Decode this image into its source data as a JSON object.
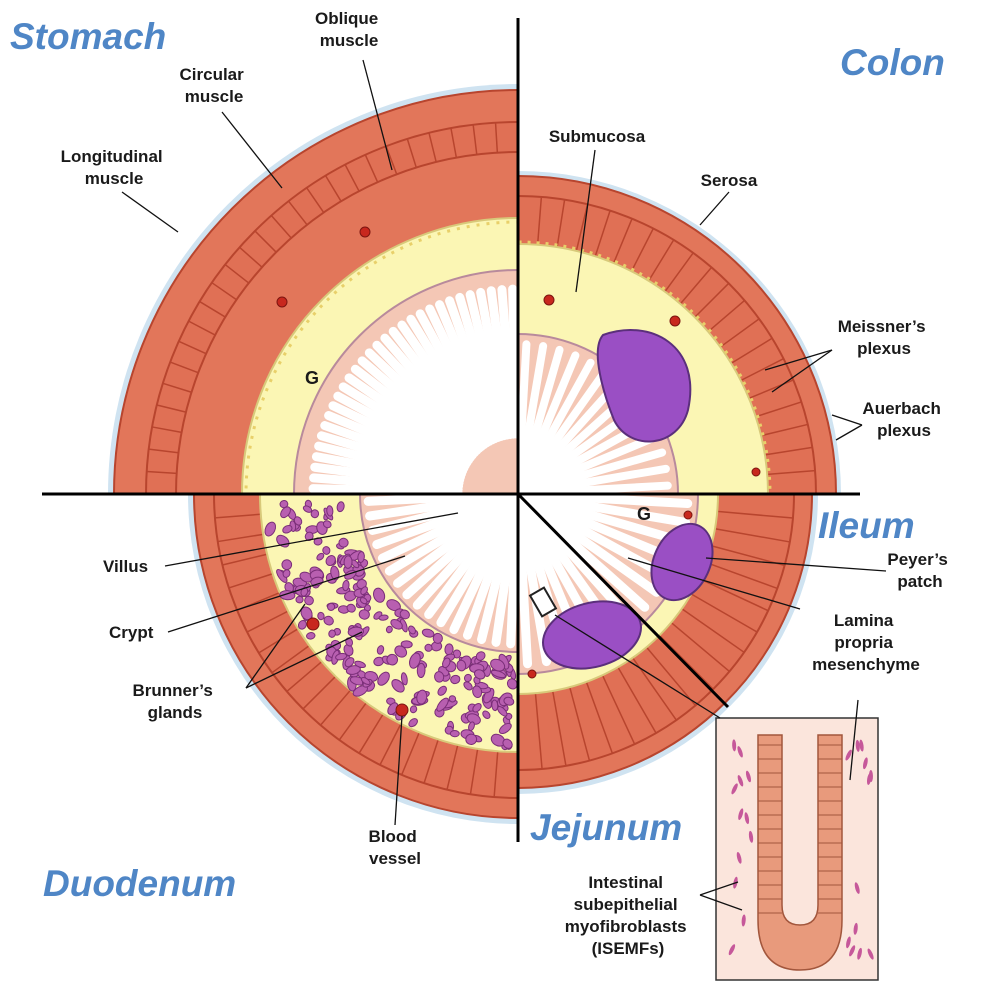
{
  "regions": {
    "stomach": "Stomach",
    "colon": "Colon",
    "ileum": "Ileum",
    "jejunum": "Jejunum",
    "duodenum": "Duodenum"
  },
  "labels": {
    "oblique_muscle": [
      "Oblique",
      "muscle"
    ],
    "circular_muscle": [
      "Circular",
      "muscle"
    ],
    "longitudinal_muscle": [
      "Longitudinal",
      "muscle"
    ],
    "submucosa": "Submucosa",
    "serosa": "Serosa",
    "meissners_plexus": [
      "Meissner’s",
      "plexus"
    ],
    "auerbach_plexus": [
      "Auerbach",
      "plexus"
    ],
    "gland_stomach": "G",
    "gland_ileum": "G",
    "villus": "Villus",
    "crypt": "Crypt",
    "brunners_glands": [
      "Brunner’s",
      "glands"
    ],
    "blood_vessel": [
      "Blood",
      "vessel"
    ],
    "peyers_patch": [
      "Peyer’s",
      "patch"
    ],
    "lamina_propria": [
      "Lamina",
      "propria",
      "mesenchyme"
    ],
    "isemfs": [
      "Intestinal",
      "subepithelial",
      "myofibroblasts",
      "(ISEMFs)"
    ]
  },
  "colors": {
    "muscle": "#e2765a",
    "muscle_dark": "#b8452e",
    "submucosa": "#fbf6b4",
    "mucosa": "#f4c7b5",
    "lymph": "#9a4fc4",
    "region_text": "#4f86c6",
    "serosa": "#cfe3f1"
  }
}
